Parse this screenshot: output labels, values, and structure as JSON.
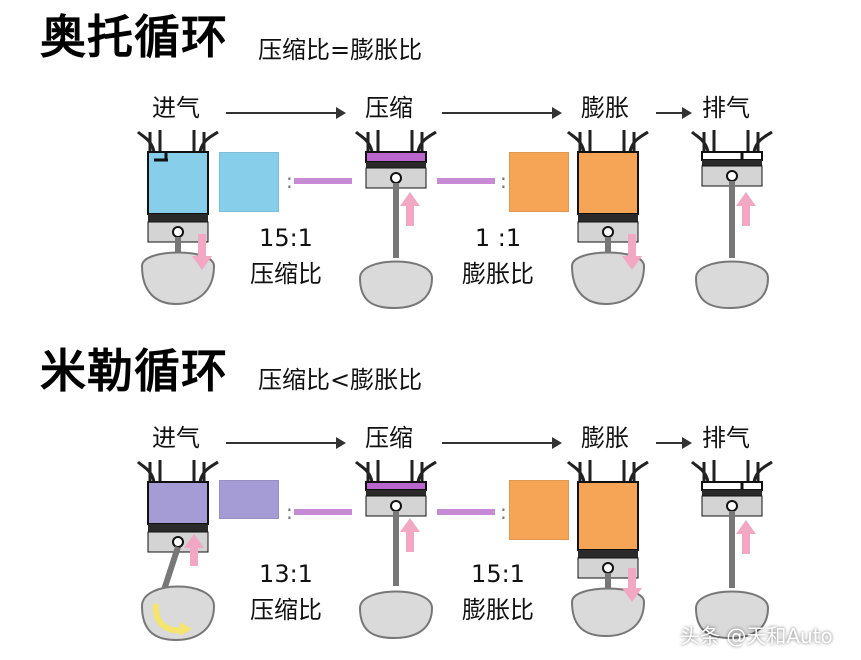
{
  "colors": {
    "blue": "#87CEEB",
    "orange": "#F5A555",
    "purple": "#A59BD5",
    "piston_dark": "#2A2A2A",
    "piston_gray": "#D4D4D4",
    "crank_gray": "#DADADA",
    "pink_arrow": "#F2A7C3",
    "compressed_purple": "#BB66CC",
    "connector_purple": "#C78BD6",
    "crank_yellow": "#F4E56E"
  },
  "otto": {
    "title": "奥托循环",
    "subtitle": "压缩比=膨胀比",
    "stages": [
      "进气",
      "压缩",
      "膨胀",
      "排气"
    ],
    "compression_ratio": "15:1",
    "compression_label": "压缩比",
    "expansion_ratio": "1 :1",
    "expansion_label": "膨胀比",
    "colon": ":"
  },
  "miller": {
    "title": "米勒循环",
    "subtitle": "压缩比<膨胀比",
    "stages": [
      "进气",
      "压缩",
      "膨胀",
      "排气"
    ],
    "compression_ratio": "13:1",
    "compression_label": "压缩比",
    "expansion_ratio": "15:1",
    "expansion_label": "膨胀比",
    "colon": ":"
  },
  "watermark": "头条 @天和Auto"
}
